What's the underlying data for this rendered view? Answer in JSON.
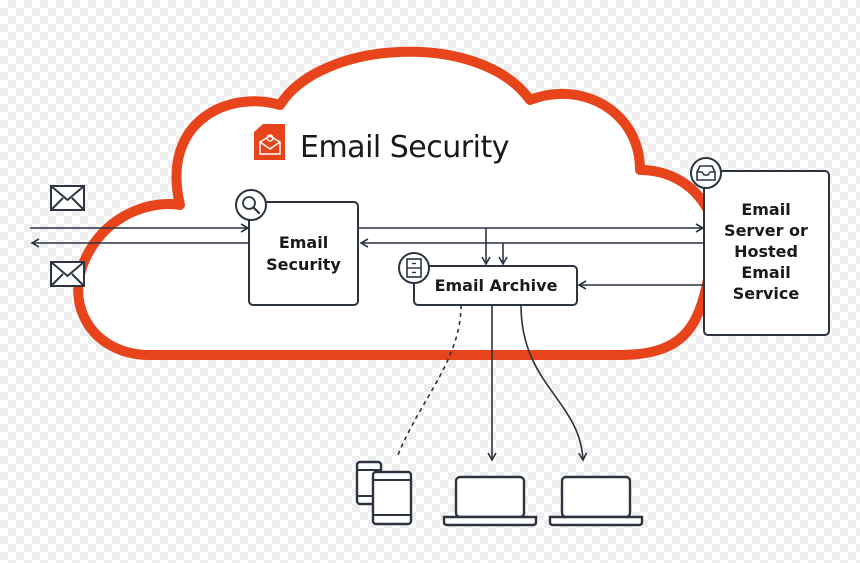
{
  "title": "Email Security",
  "nodes": {
    "email_security": {
      "line1": "Email",
      "line2": "Security"
    },
    "email_archive": {
      "label": "Email Archive"
    },
    "email_server": {
      "line1": "Email",
      "line2": "Server or",
      "line3": "Hosted",
      "line4": "Email",
      "line5": "Service"
    }
  },
  "icons": {
    "brand": "shield-envelope-icon",
    "inbound": "envelope-icon",
    "outbound": "envelope-icon",
    "security": "magnifier-icon",
    "archive": "file-cabinet-icon",
    "server": "inbox-tray-icon",
    "devices": [
      "mobile-devices-icon",
      "laptop-icon",
      "laptop-icon"
    ]
  },
  "colors": {
    "cloud": "#e8441c",
    "brand": "#e8441c",
    "line": "#2b3440",
    "text": "#1a1a1a"
  }
}
